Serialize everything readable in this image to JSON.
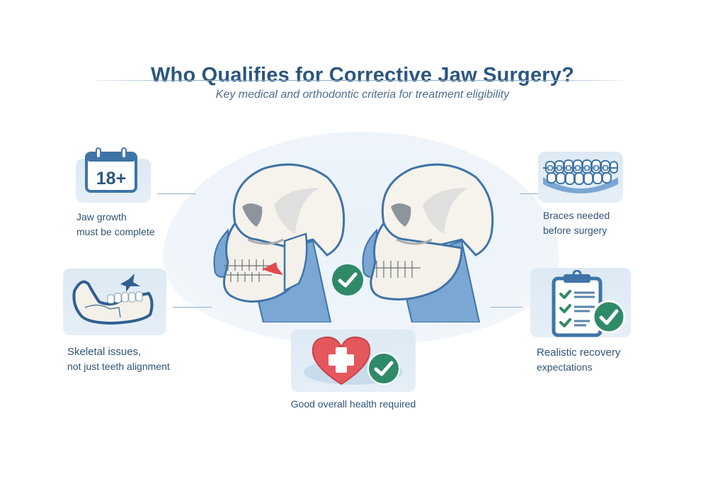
{
  "header": {
    "title": "Who Qualifies for Corrective Jaw Surgery?",
    "subtitle": "Key medical and orthodontic criteria for treatment eligibility"
  },
  "center": {
    "left_skull": {
      "icon": "skull-misaligned-bite-icon",
      "indicator": "red-arrow-icon"
    },
    "right_skull": {
      "icon": "skull-corrected-bite-icon"
    },
    "badge": {
      "icon": "green-check-icon"
    }
  },
  "criteria": [
    {
      "id": "age",
      "icon": "calendar-18-plus-icon",
      "badge_text": "18+",
      "line1": "Jaw growth",
      "line2": "must be complete"
    },
    {
      "id": "skeletal",
      "icon": "jaw-bone-icon",
      "line1": "Skeletal issues,",
      "line2": "not just teeth alignment"
    },
    {
      "id": "health",
      "icon": "heart-medical-check-icon",
      "line1": "Good overall health required"
    },
    {
      "id": "braces",
      "icon": "braces-teeth-icon",
      "line1": "Braces needed",
      "line2": "before surgery"
    },
    {
      "id": "recovery",
      "icon": "clipboard-checklist-icon",
      "line1": "Realistic recovery",
      "line2": "expectations"
    }
  ],
  "colors": {
    "title": "#2b5680",
    "text": "#2f5479",
    "card": "#dde9f4",
    "accent_blue": "#3f74a8",
    "check_green": "#2f8a68",
    "alert_red": "#e2484f",
    "heart_red": "#e4575d"
  }
}
